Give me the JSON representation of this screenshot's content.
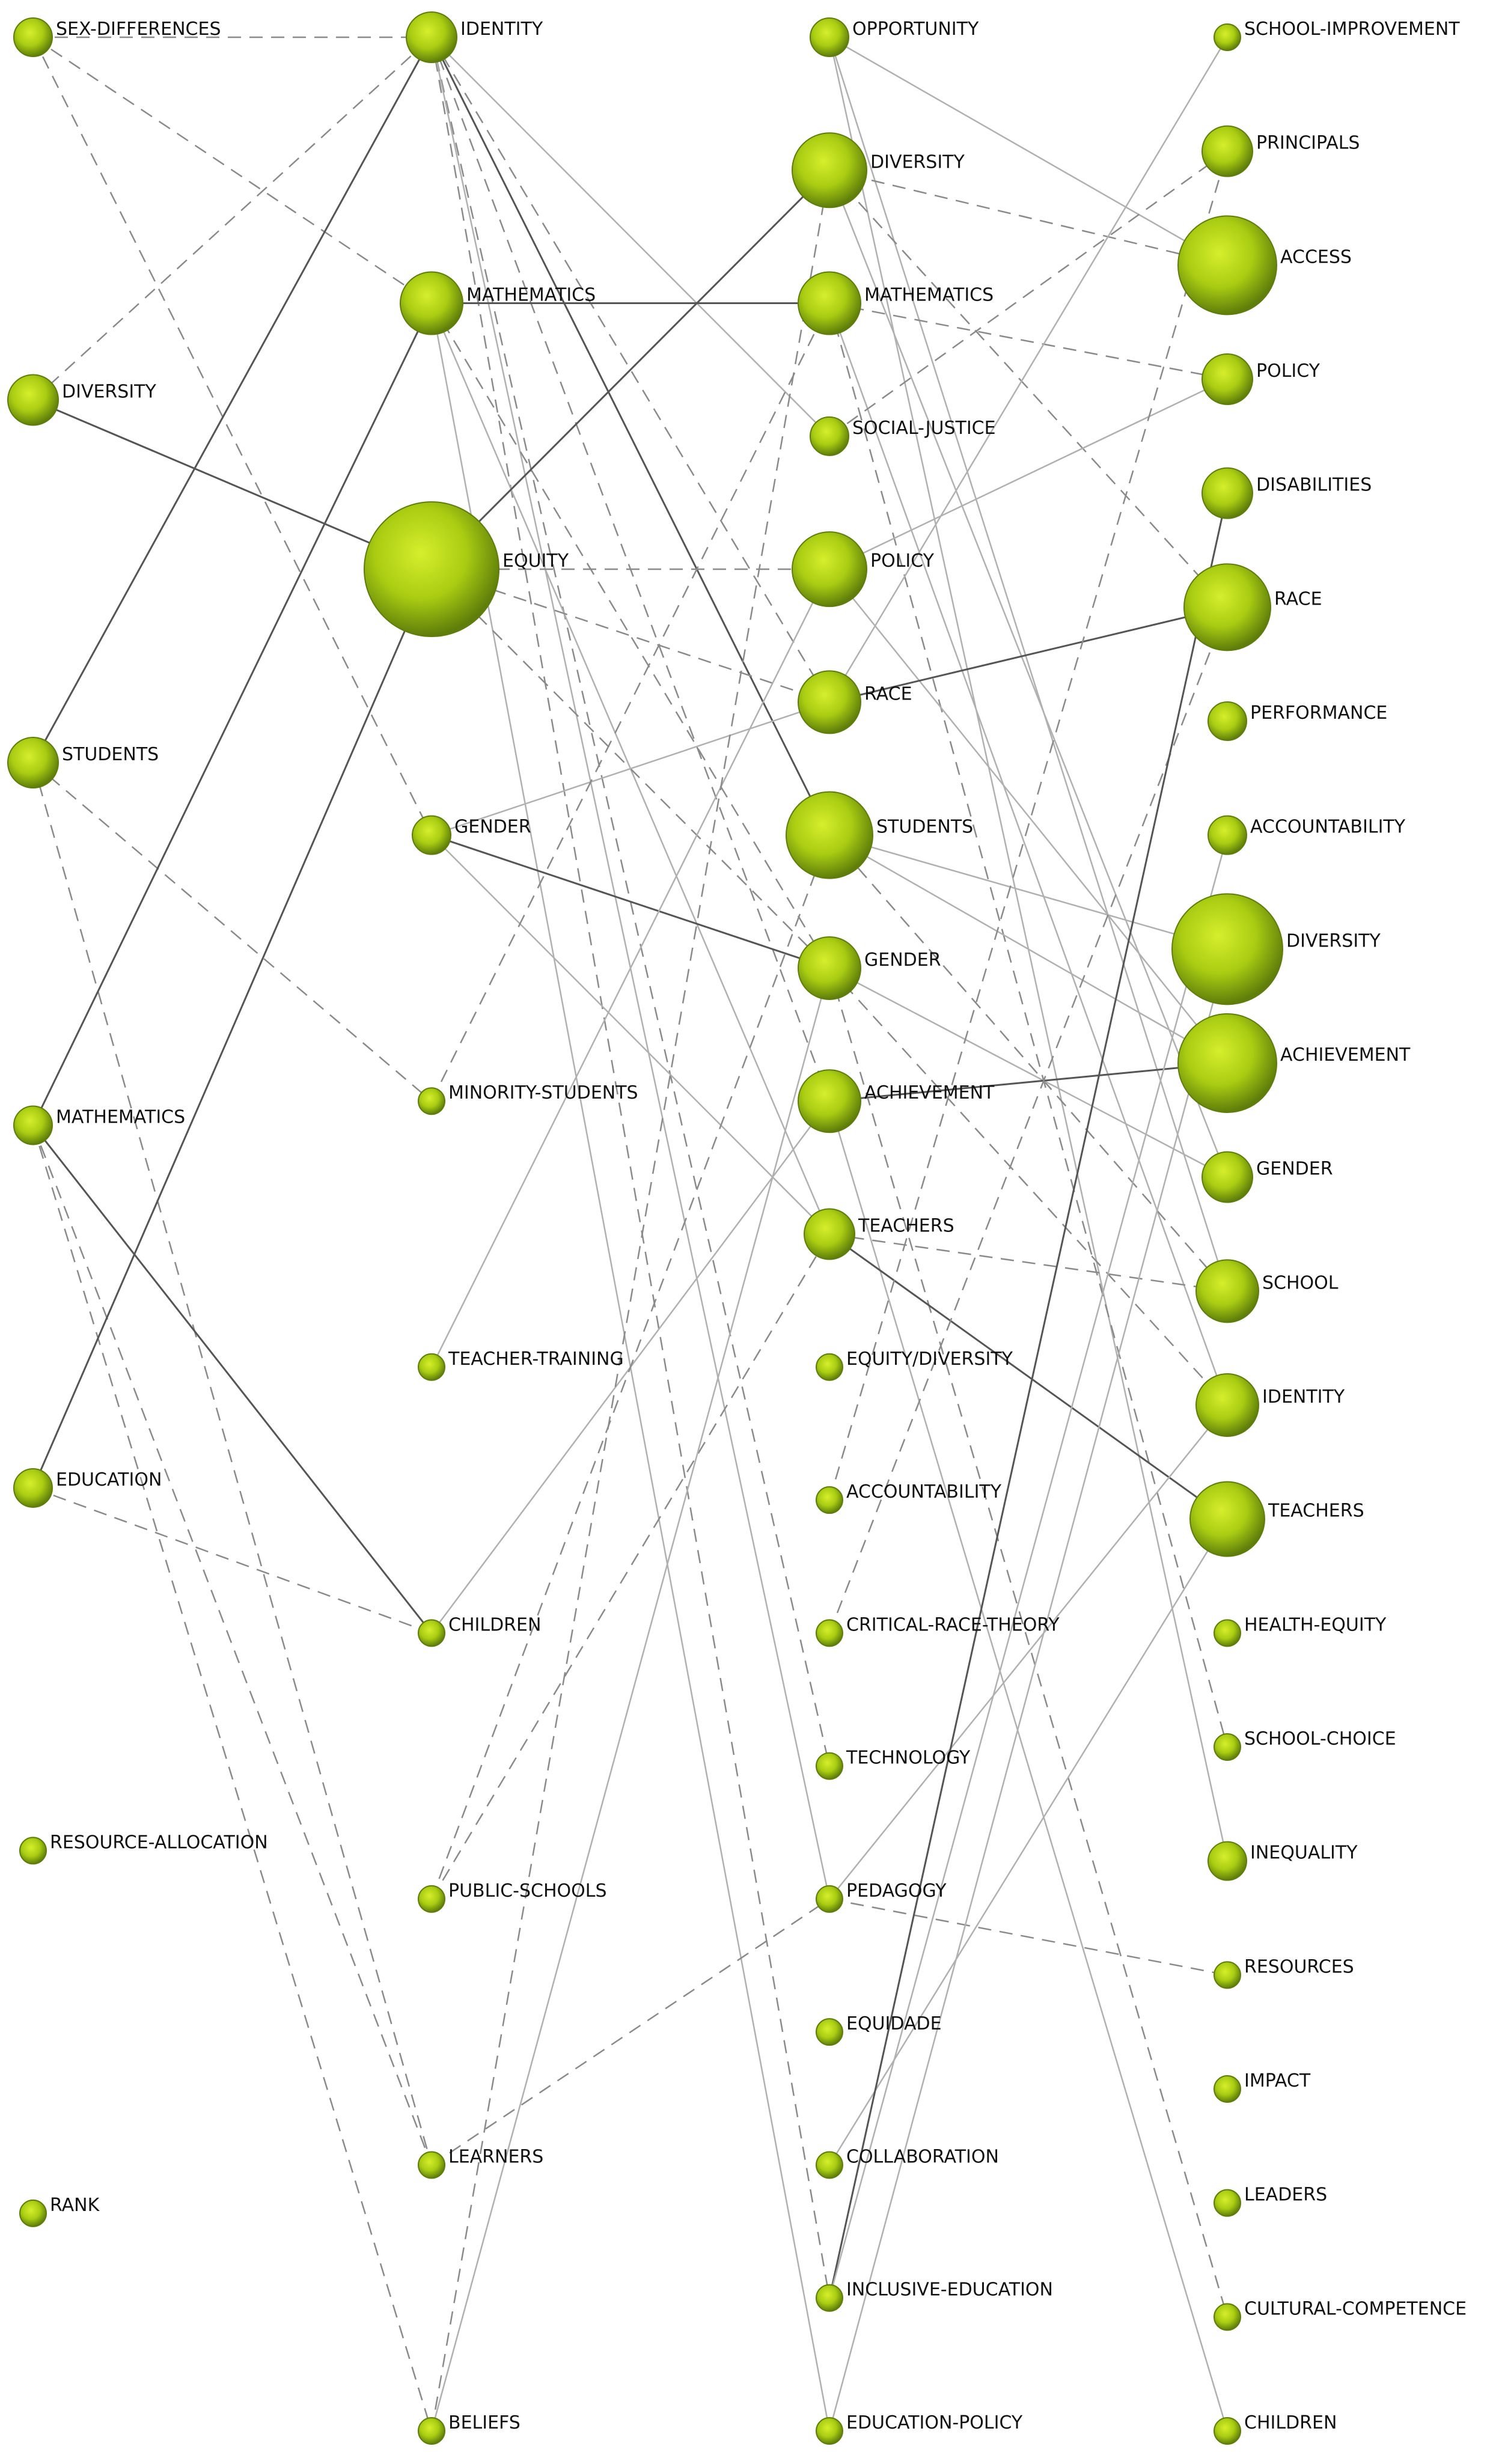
{
  "colors": {
    "node_light": "#d6ee2c",
    "node_mid": "#a9cc12",
    "node_dark": "#5e7d0a",
    "edge_solid": "#555555",
    "edge_dashed": "#8a8a8a",
    "edge_light": "#b0b0b0"
  },
  "columns": [
    {
      "id": "c1",
      "nodes": [
        {
          "id": "c1n1",
          "label": "SEX-DIFFERENCES",
          "size": 1
        },
        {
          "id": "c1n2",
          "label": "DIVERSITY",
          "size": 2
        },
        {
          "id": "c1n3",
          "label": "STUDENTS",
          "size": 2
        },
        {
          "id": "c1n4",
          "label": "MATHEMATICS",
          "size": 1
        },
        {
          "id": "c1n5",
          "label": "EDUCATION",
          "size": 1
        },
        {
          "id": "c1n6",
          "label": "RESOURCE-ALLOCATION",
          "size": 0
        },
        {
          "id": "c1n7",
          "label": "RANK",
          "size": 0
        }
      ]
    },
    {
      "id": "c2",
      "nodes": [
        {
          "id": "c2n1",
          "label": "IDENTITY",
          "size": 2
        },
        {
          "id": "c2n2",
          "label": "MATHEMATICS",
          "size": 3
        },
        {
          "id": "c2n3",
          "label": "EQUITY",
          "size": 9
        },
        {
          "id": "c2n4",
          "label": "GENDER",
          "size": 1
        },
        {
          "id": "c2n5",
          "label": "MINORITY-STUDENTS",
          "size": 0
        },
        {
          "id": "c2n6",
          "label": "TEACHER-TRAINING",
          "size": 0
        },
        {
          "id": "c2n7",
          "label": "CHILDREN",
          "size": 0
        },
        {
          "id": "c2n8",
          "label": "PUBLIC-SCHOOLS",
          "size": 0
        },
        {
          "id": "c2n9",
          "label": "LEARNERS",
          "size": 0
        },
        {
          "id": "c2n10",
          "label": "BELIEFS",
          "size": 0
        }
      ]
    },
    {
      "id": "c3",
      "nodes": [
        {
          "id": "c3n1",
          "label": "OPPORTUNITY",
          "size": 1
        },
        {
          "id": "c3n2",
          "label": "DIVERSITY",
          "size": 4
        },
        {
          "id": "c3n3",
          "label": "MATHEMATICS",
          "size": 3
        },
        {
          "id": "c3n4",
          "label": "SOCIAL-JUSTICE",
          "size": 1
        },
        {
          "id": "c3n5",
          "label": "POLICY",
          "size": 4
        },
        {
          "id": "c3n6",
          "label": "RACE",
          "size": 3
        },
        {
          "id": "c3n7",
          "label": "STUDENTS",
          "size": 5
        },
        {
          "id": "c3n8",
          "label": "GENDER",
          "size": 3
        },
        {
          "id": "c3n9",
          "label": "ACHIEVEMENT",
          "size": 3
        },
        {
          "id": "c3n10",
          "label": "TEACHERS",
          "size": 2
        },
        {
          "id": "c3n11",
          "label": "EQUITY/DIVERSITY",
          "size": 0
        },
        {
          "id": "c3n12",
          "label": "ACCOUNTABILITY",
          "size": 0
        },
        {
          "id": "c3n13",
          "label": "CRITICAL-RACE-THEORY",
          "size": 0
        },
        {
          "id": "c3n14",
          "label": "TECHNOLOGY",
          "size": 0
        },
        {
          "id": "c3n15",
          "label": "PEDAGOGY",
          "size": 0
        },
        {
          "id": "c3n16",
          "label": "EQUIDADE",
          "size": 0
        },
        {
          "id": "c3n17",
          "label": "COLLABORATION",
          "size": 0
        },
        {
          "id": "c3n18",
          "label": "INCLUSIVE-EDUCATION",
          "size": 0
        },
        {
          "id": "c3n19",
          "label": "EDUCATION-POLICY",
          "size": 0
        }
      ]
    },
    {
      "id": "c4",
      "nodes": [
        {
          "id": "c4n1",
          "label": "SCHOOL-IMPROVEMENT",
          "size": 0
        },
        {
          "id": "c4n2",
          "label": "PRINCIPALS",
          "size": 2
        },
        {
          "id": "c4n3",
          "label": "ACCESS",
          "size": 6
        },
        {
          "id": "c4n4",
          "label": "POLICY",
          "size": 2
        },
        {
          "id": "c4n5",
          "label": "DISABILITIES",
          "size": 2
        },
        {
          "id": "c4n6",
          "label": "RACE",
          "size": 5
        },
        {
          "id": "c4n7",
          "label": "PERFORMANCE",
          "size": 1
        },
        {
          "id": "c4n8",
          "label": "ACCOUNTABILITY",
          "size": 1
        },
        {
          "id": "c4n9",
          "label": "DIVERSITY",
          "size": 7
        },
        {
          "id": "c4n10",
          "label": "ACHIEVEMENT",
          "size": 6
        },
        {
          "id": "c4n11",
          "label": "GENDER",
          "size": 2
        },
        {
          "id": "c4n12",
          "label": "SCHOOL",
          "size": 3
        },
        {
          "id": "c4n13",
          "label": "IDENTITY",
          "size": 3
        },
        {
          "id": "c4n14",
          "label": "TEACHERS",
          "size": 4
        },
        {
          "id": "c4n15",
          "label": "HEALTH-EQUITY",
          "size": 0
        },
        {
          "id": "c4n16",
          "label": "SCHOOL-CHOICE",
          "size": 0
        },
        {
          "id": "c4n17",
          "label": "INEQUALITY",
          "size": 1
        },
        {
          "id": "c4n18",
          "label": "RESOURCES",
          "size": 0
        },
        {
          "id": "c4n19",
          "label": "IMPACT",
          "size": 0
        },
        {
          "id": "c4n20",
          "label": "LEADERS",
          "size": 0
        },
        {
          "id": "c4n21",
          "label": "CULTURAL-COMPETENCE",
          "size": 0
        },
        {
          "id": "c4n22",
          "label": "CHILDREN",
          "size": 0
        }
      ]
    }
  ],
  "edges": [
    {
      "from": "c1n1",
      "to": "c2n1",
      "style": "dashed"
    },
    {
      "from": "c1n1",
      "to": "c2n2",
      "style": "dashed"
    },
    {
      "from": "c1n1",
      "to": "c2n4",
      "style": "dashed"
    },
    {
      "from": "c1n2",
      "to": "c2n1",
      "style": "dashed"
    },
    {
      "from": "c1n2",
      "to": "c2n3",
      "style": "solid"
    },
    {
      "from": "c1n3",
      "to": "c2n1",
      "style": "solid"
    },
    {
      "from": "c1n3",
      "to": "c2n5",
      "style": "dashed"
    },
    {
      "from": "c1n3",
      "to": "c2n9",
      "style": "dashed"
    },
    {
      "from": "c1n4",
      "to": "c2n2",
      "style": "solid"
    },
    {
      "from": "c1n4",
      "to": "c2n7",
      "style": "solid"
    },
    {
      "from": "c1n4",
      "to": "c2n9",
      "style": "dashed"
    },
    {
      "from": "c1n4",
      "to": "c2n10",
      "style": "dashed"
    },
    {
      "from": "c1n5",
      "to": "c2n3",
      "style": "solid"
    },
    {
      "from": "c1n5",
      "to": "c2n7",
      "style": "dashed"
    },
    {
      "from": "c2n1",
      "to": "c3n7",
      "style": "solid"
    },
    {
      "from": "c2n1",
      "to": "c3n4",
      "style": "light"
    },
    {
      "from": "c2n1",
      "to": "c3n6",
      "style": "dashed"
    },
    {
      "from": "c2n1",
      "to": "c3n9",
      "style": "dashed"
    },
    {
      "from": "c2n1",
      "to": "c3n14",
      "style": "dashed"
    },
    {
      "from": "c2n1",
      "to": "c3n18",
      "style": "dashed"
    },
    {
      "from": "c2n1",
      "to": "c3n15",
      "style": "light"
    },
    {
      "from": "c2n2",
      "to": "c3n3",
      "style": "solid"
    },
    {
      "from": "c2n2",
      "to": "c3n10",
      "style": "light"
    },
    {
      "from": "c2n2",
      "to": "c3n8",
      "style": "dashed"
    },
    {
      "from": "c2n2",
      "to": "c3n19",
      "style": "light"
    },
    {
      "from": "c2n3",
      "to": "c3n2",
      "style": "solid"
    },
    {
      "from": "c2n3",
      "to": "c3n5",
      "style": "dashed"
    },
    {
      "from": "c2n3",
      "to": "c3n6",
      "style": "dashed"
    },
    {
      "from": "c2n3",
      "to": "c3n8",
      "style": "dashed"
    },
    {
      "from": "c2n4",
      "to": "c3n6",
      "style": "light"
    },
    {
      "from": "c2n4",
      "to": "c3n8",
      "style": "solid"
    },
    {
      "from": "c2n4",
      "to": "c3n10",
      "style": "light"
    },
    {
      "from": "c2n5",
      "to": "c3n3",
      "style": "dashed"
    },
    {
      "from": "c2n6",
      "to": "c3n5",
      "style": "light"
    },
    {
      "from": "c2n7",
      "to": "c3n9",
      "style": "light"
    },
    {
      "from": "c2n8",
      "to": "c3n7",
      "style": "dashed"
    },
    {
      "from": "c2n8",
      "to": "c3n10",
      "style": "dashed"
    },
    {
      "from": "c2n9",
      "to": "c3n15",
      "style": "dashed"
    },
    {
      "from": "c2n10",
      "to": "c3n8",
      "style": "light"
    },
    {
      "from": "c2n10",
      "to": "c3n2",
      "style": "dashed"
    },
    {
      "from": "c3n1",
      "to": "c4n3",
      "style": "light"
    },
    {
      "from": "c3n1",
      "to": "c4n12",
      "style": "light"
    },
    {
      "from": "c3n1",
      "to": "c4n17",
      "style": "light"
    },
    {
      "from": "c3n2",
      "to": "c4n3",
      "style": "dashed"
    },
    {
      "from": "c3n2",
      "to": "c4n6",
      "style": "dashed"
    },
    {
      "from": "c3n2",
      "to": "c4n11",
      "style": "light"
    },
    {
      "from": "c3n3",
      "to": "c4n4",
      "style": "dashed"
    },
    {
      "from": "c3n3",
      "to": "c4n13",
      "style": "light"
    },
    {
      "from": "c3n3",
      "to": "c4n16",
      "style": "dashed"
    },
    {
      "from": "c3n4",
      "to": "c4n2",
      "style": "dashed"
    },
    {
      "from": "c3n5",
      "to": "c4n4",
      "style": "light"
    },
    {
      "from": "c3n5",
      "to": "c4n10",
      "style": "light"
    },
    {
      "from": "c3n6",
      "to": "c4n6",
      "style": "solid"
    },
    {
      "from": "c3n6",
      "to": "c4n1",
      "style": "light"
    },
    {
      "from": "c3n7",
      "to": "c4n9",
      "style": "light"
    },
    {
      "from": "c3n7",
      "to": "c4n10",
      "style": "light"
    },
    {
      "from": "c3n7",
      "to": "c4n12",
      "style": "dashed"
    },
    {
      "from": "c3n8",
      "to": "c4n11",
      "style": "light"
    },
    {
      "from": "c3n8",
      "to": "c4n13",
      "style": "dashed"
    },
    {
      "from": "c3n8",
      "to": "c4n21",
      "style": "dashed"
    },
    {
      "from": "c3n9",
      "to": "c4n10",
      "style": "solid"
    },
    {
      "from": "c3n9",
      "to": "c4n22",
      "style": "light"
    },
    {
      "from": "c3n10",
      "to": "c4n14",
      "style": "solid"
    },
    {
      "from": "c3n10",
      "to": "c4n12",
      "style": "dashed"
    },
    {
      "from": "c3n12",
      "to": "c4n2",
      "style": "dashed"
    },
    {
      "from": "c3n13",
      "to": "c4n6",
      "style": "dashed"
    },
    {
      "from": "c3n15",
      "to": "c4n18",
      "style": "dashed"
    },
    {
      "from": "c3n15",
      "to": "c4n13",
      "style": "light"
    },
    {
      "from": "c3n17",
      "to": "c4n14",
      "style": "light"
    },
    {
      "from": "c3n18",
      "to": "c4n5",
      "style": "solid"
    },
    {
      "from": "c3n18",
      "to": "c4n8",
      "style": "light"
    },
    {
      "from": "c3n19",
      "to": "c4n9",
      "style": "light"
    }
  ]
}
